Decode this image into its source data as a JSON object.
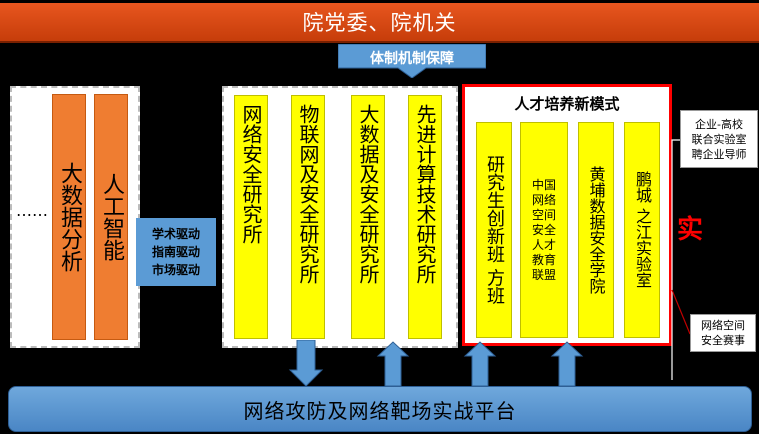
{
  "top_banner": {
    "title": "院党委、院机关"
  },
  "guarantee": {
    "label": "体制机制保障"
  },
  "left_group": {
    "ellipsis": "……",
    "columns": [
      "大数据分析",
      "人工智能"
    ]
  },
  "drive_box": {
    "lines": [
      "学术驱动",
      "指南驱动",
      "市场驱动"
    ]
  },
  "institutes": [
    "网络安全研究所",
    "物联网及安全研究所",
    "大数据及安全研究所",
    "先进计算技术研究所"
  ],
  "talent": {
    "title": "人才培养新模式",
    "columns": [
      "研究生创新班 方班",
      "中国网络空间安全人才教育联盟",
      "黄埔数据安全学院",
      "鹏城 之江实验室"
    ]
  },
  "side_notes": {
    "enterprise": [
      "企业-高校",
      "联合实验室",
      "聘企业导师"
    ],
    "practice": "实",
    "competition": [
      "网络空间",
      "安全赛事"
    ]
  },
  "bottom_platform": {
    "label": "网络攻防及网络靶场实战平台"
  },
  "colors": {
    "banner": "#e8561f",
    "orange": "#ef7d31",
    "yellow": "#ffff00",
    "blue": "#5b9bd5",
    "red": "#ff0000"
  }
}
